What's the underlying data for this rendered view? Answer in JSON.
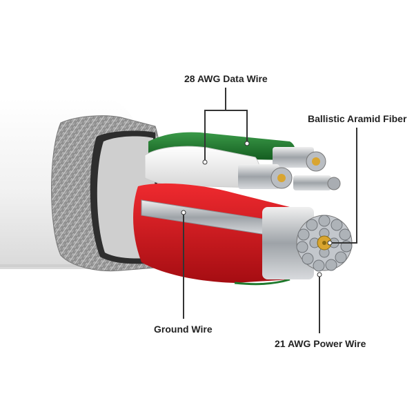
{
  "labels": {
    "data_wire": "28 AWG Data Wire",
    "aramid_fiber": "Ballistic Aramid Fiber",
    "ground_wire": "Ground Wire",
    "power_wire": "21 AWG Power Wire"
  },
  "colors": {
    "jacket": "#f2f2f2",
    "braid": "#9a9a9a",
    "foil": "#2b2b2b",
    "data_green": "#1f7a2e",
    "data_white": "#f5f5f5",
    "power_red": "#d4161c",
    "copper_strand": "#c9ccd0",
    "aramid_core": "#d9a530",
    "leader_line": "#333333"
  }
}
